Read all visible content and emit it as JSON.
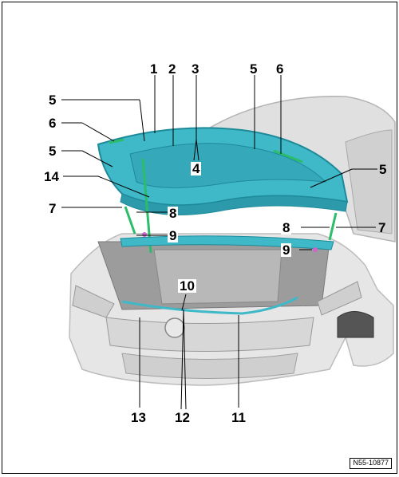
{
  "figure": {
    "reference_code": "N55-10877",
    "callouts": [
      "1",
      "2",
      "3",
      "4",
      "5",
      "5",
      "5",
      "5",
      "6",
      "6",
      "7",
      "7",
      "8",
      "8",
      "9",
      "9",
      "10",
      "11",
      "12",
      "13",
      "14"
    ]
  },
  "colors": {
    "bonnet": "#3fb8c8",
    "bonnet_edge": "#1e8a99",
    "seal_strip": "#2bbd6a",
    "lock_marker": "#cc66cc",
    "car_body": "#e6e6e6",
    "car_shadow": "#bdbdbd",
    "line": "#000000"
  }
}
